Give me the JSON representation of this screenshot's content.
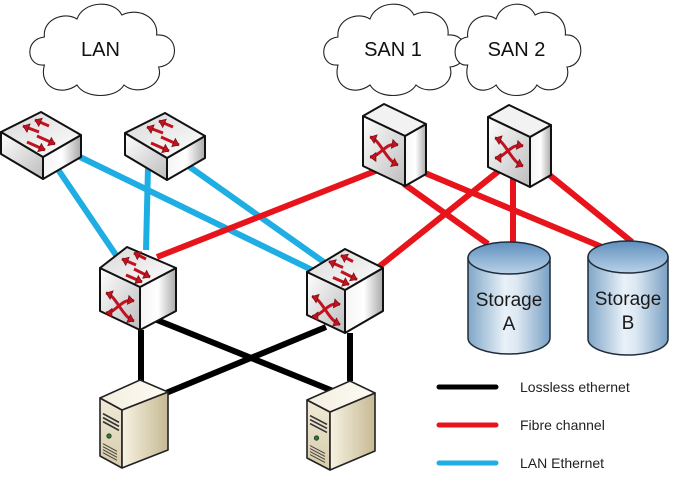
{
  "title": "Converged LAN / SAN network topology",
  "clouds": [
    {
      "id": "lan",
      "label": "LAN"
    },
    {
      "id": "san1",
      "label": "SAN 1"
    },
    {
      "id": "san2",
      "label": "SAN 2"
    }
  ],
  "nodes": [
    {
      "id": "lan-switch-1",
      "type": "lan-switch"
    },
    {
      "id": "lan-switch-2",
      "type": "lan-switch"
    },
    {
      "id": "san-switch-1",
      "type": "fc-switch"
    },
    {
      "id": "san-switch-2",
      "type": "fc-switch"
    },
    {
      "id": "converged-switch-1",
      "type": "multilayer-switch"
    },
    {
      "id": "converged-switch-2",
      "type": "multilayer-switch"
    },
    {
      "id": "server-1",
      "type": "server"
    },
    {
      "id": "server-2",
      "type": "server"
    },
    {
      "id": "storage-a",
      "type": "storage",
      "label_line1": "Storage",
      "label_line2": "A"
    },
    {
      "id": "storage-b",
      "type": "storage",
      "label_line1": "Storage",
      "label_line2": "B"
    }
  ],
  "link_types": {
    "lossless": {
      "label": "Lossless ethernet",
      "color": "#000000"
    },
    "fc": {
      "label": "Fibre channel",
      "color": "#e8141b"
    },
    "lan": {
      "label": "LAN Ethernet",
      "color": "#1eaee3"
    }
  },
  "links": [
    {
      "from": "lan-switch-1",
      "to": "converged-switch-1",
      "type": "lan"
    },
    {
      "from": "lan-switch-1",
      "to": "converged-switch-2",
      "type": "lan"
    },
    {
      "from": "lan-switch-2",
      "to": "converged-switch-1",
      "type": "lan"
    },
    {
      "from": "lan-switch-2",
      "to": "converged-switch-2",
      "type": "lan"
    },
    {
      "from": "converged-switch-1",
      "to": "san-switch-1",
      "type": "fc"
    },
    {
      "from": "converged-switch-2",
      "to": "san-switch-2",
      "type": "fc"
    },
    {
      "from": "san-switch-1",
      "to": "storage-a",
      "type": "fc"
    },
    {
      "from": "san-switch-1",
      "to": "storage-b",
      "type": "fc"
    },
    {
      "from": "san-switch-2",
      "to": "storage-a",
      "type": "fc"
    },
    {
      "from": "san-switch-2",
      "to": "storage-b",
      "type": "fc"
    },
    {
      "from": "converged-switch-1",
      "to": "server-1",
      "type": "lossless"
    },
    {
      "from": "converged-switch-1",
      "to": "server-2",
      "type": "lossless"
    },
    {
      "from": "converged-switch-2",
      "to": "server-1",
      "type": "lossless"
    },
    {
      "from": "converged-switch-2",
      "to": "server-2",
      "type": "lossless"
    }
  ],
  "legend": [
    {
      "type": "lossless",
      "label": "Lossless ethernet"
    },
    {
      "type": "fc",
      "label": "Fibre channel"
    },
    {
      "type": "lan",
      "label": "LAN Ethernet"
    }
  ]
}
